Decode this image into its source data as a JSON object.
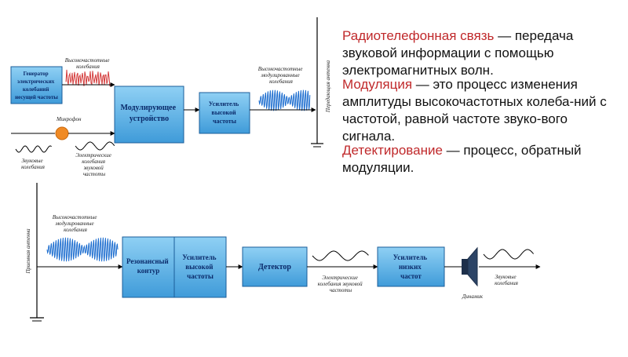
{
  "transmitter": {
    "generator": [
      "Генератор",
      "электрических",
      "колебаний",
      "несущей частоты"
    ],
    "hf_oscillations": [
      "Высокочастотные",
      "колебания"
    ],
    "modulator": [
      "Модулирующее",
      "устройство"
    ],
    "hf_amplifier": [
      "Усилитель",
      "высокой",
      "частоты"
    ],
    "modulated_hf": [
      "Высокочастотные",
      "модулированные",
      "колебания"
    ],
    "tx_antenna": "Передающая антенна",
    "microphone": "Микрофон",
    "sound_vibrations": [
      "Звуковые",
      "колебания"
    ],
    "audio_signal": [
      "Электрические",
      "колебания",
      "звуковой",
      "частоты"
    ]
  },
  "receiver": {
    "rx_antenna": "Приемная антенна",
    "modulated_hf": [
      "Высокочастотные",
      "модулированные",
      "колебания"
    ],
    "resonant_circuit": [
      "Резонансный",
      "контур"
    ],
    "hf_amplifier": [
      "Усилитель",
      "высокой",
      "частоты"
    ],
    "detector": "Детектор",
    "audio_electric": [
      "Электрические",
      "колебания звуковой",
      "частоты"
    ],
    "lf_amplifier": [
      "Усилитель",
      "низких",
      "частот"
    ],
    "speaker": "Динамик",
    "sound_vibrations": [
      "Звуковые",
      "колебания"
    ]
  },
  "text": {
    "radio_term": "Радиотелефонная связь",
    "radio_def": " — передача звуковой информации с помощью электромагнитных волн.",
    "modulation_term": "Модуляция",
    "modulation_def": " — это процесс изменения амплитуды высокочастотных колеба-ний с частотой, равной частоте звуко-вого сигнала.",
    "detection_term": "Детектирование",
    "detection_def": " — процесс, обратный модуляции."
  },
  "colors": {
    "block_fill": "#5fb3e6",
    "block_stroke": "#1b5e9a",
    "accent_term": "#c0292b",
    "mic": "#f08a24",
    "wave_blue": "#1f6fd0",
    "wave_red": "#d43c3c"
  }
}
